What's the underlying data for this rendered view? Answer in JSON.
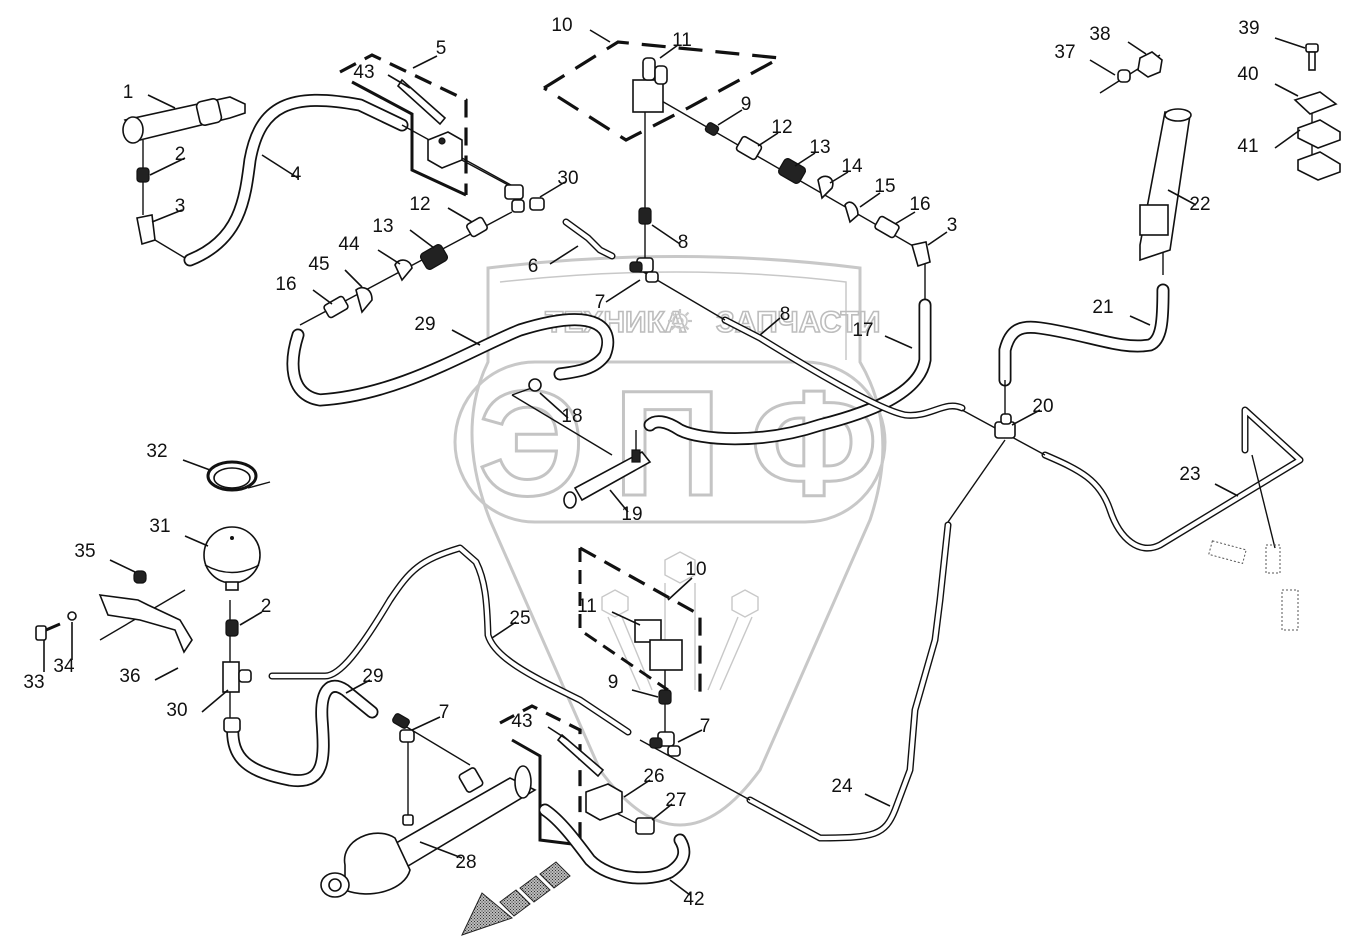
{
  "diagram": {
    "title": "Hydraulic system parts diagram",
    "watermark": {
      "line1_left": "ТЕХНИКА",
      "line1_right": "ЗАПЧАСТИ",
      "logo_letters": "ЭПФ",
      "gear_icon": "gear-icon"
    },
    "callouts": [
      {
        "id": "c1",
        "label": "1"
      },
      {
        "id": "c2a",
        "label": "2"
      },
      {
        "id": "c3a",
        "label": "3"
      },
      {
        "id": "c4",
        "label": "4"
      },
      {
        "id": "c5",
        "label": "5"
      },
      {
        "id": "c43a",
        "label": "43"
      },
      {
        "id": "c10a",
        "label": "10"
      },
      {
        "id": "c11a",
        "label": "11"
      },
      {
        "id": "c9a",
        "label": "9"
      },
      {
        "id": "c12a",
        "label": "12"
      },
      {
        "id": "c13a",
        "label": "13"
      },
      {
        "id": "c14",
        "label": "14"
      },
      {
        "id": "c15",
        "label": "15"
      },
      {
        "id": "c16a",
        "label": "16"
      },
      {
        "id": "c3b",
        "label": "3"
      },
      {
        "id": "c30a",
        "label": "30"
      },
      {
        "id": "c12b",
        "label": "12"
      },
      {
        "id": "c13b",
        "label": "13"
      },
      {
        "id": "c44",
        "label": "44"
      },
      {
        "id": "c45",
        "label": "45"
      },
      {
        "id": "c16b",
        "label": "16"
      },
      {
        "id": "c6",
        "label": "6"
      },
      {
        "id": "c8a",
        "label": "8"
      },
      {
        "id": "c7a",
        "label": "7"
      },
      {
        "id": "c8b",
        "label": "8"
      },
      {
        "id": "c29a",
        "label": "29"
      },
      {
        "id": "c17",
        "label": "17"
      },
      {
        "id": "c18",
        "label": "18"
      },
      {
        "id": "c19",
        "label": "19"
      },
      {
        "id": "c37",
        "label": "37"
      },
      {
        "id": "c38",
        "label": "38"
      },
      {
        "id": "c39",
        "label": "39"
      },
      {
        "id": "c40",
        "label": "40"
      },
      {
        "id": "c41",
        "label": "41"
      },
      {
        "id": "c22",
        "label": "22"
      },
      {
        "id": "c21",
        "label": "21"
      },
      {
        "id": "c20",
        "label": "20"
      },
      {
        "id": "c23",
        "label": "23"
      },
      {
        "id": "c32",
        "label": "32"
      },
      {
        "id": "c31",
        "label": "31"
      },
      {
        "id": "c35",
        "label": "35"
      },
      {
        "id": "c2b",
        "label": "2"
      },
      {
        "id": "c33",
        "label": "33"
      },
      {
        "id": "c34",
        "label": "34"
      },
      {
        "id": "c36",
        "label": "36"
      },
      {
        "id": "c30b",
        "label": "30"
      },
      {
        "id": "c29b",
        "label": "29"
      },
      {
        "id": "c7b",
        "label": "7"
      },
      {
        "id": "c25",
        "label": "25"
      },
      {
        "id": "c10b",
        "label": "10"
      },
      {
        "id": "c11b",
        "label": "11"
      },
      {
        "id": "c9b",
        "label": "9"
      },
      {
        "id": "c7c",
        "label": "7"
      },
      {
        "id": "c43b",
        "label": "43"
      },
      {
        "id": "c26",
        "label": "26"
      },
      {
        "id": "c27",
        "label": "27"
      },
      {
        "id": "c28",
        "label": "28"
      },
      {
        "id": "c42",
        "label": "42"
      },
      {
        "id": "c24",
        "label": "24"
      }
    ],
    "direction_arrow": "forward-direction-arrow"
  }
}
